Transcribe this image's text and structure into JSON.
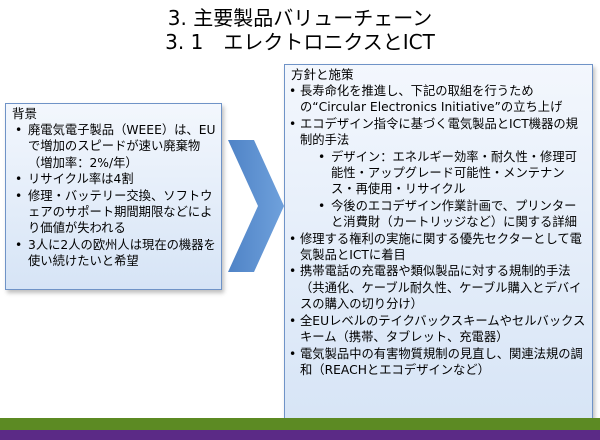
{
  "title": {
    "line1": "3. 主要製品バリューチェーン",
    "line2": "3. 1　エレクトロニクスとICT"
  },
  "background": {
    "heading": "背景",
    "items": [
      "廃電気電子製品（WEEE）は、EUで増加のスピードが速い廃棄物（増加率：2%/年）",
      "リサイクル率は4割",
      "修理・バッテリー交換、ソフトウェアのサポート期間期限などにより価値が失われる",
      "3人に2人の欧州人は現在の機器を使い続けたいと希望"
    ]
  },
  "policy": {
    "heading": "方針と施策",
    "item1": "長寿命化を推進し、下記の取組を行うための“Circular Electronics Initiative”の立ち上げ",
    "item2": "エコデザイン指令に基づく電気製品とICT機器の規制的手法",
    "sub_items": [
      "デザイン：エネルギー効率・耐久性・修理可能性・アップグレード可能性・メンテナンス・再使用・リサイクル",
      "今後のエコデザイン作業計画で、プリンターと消費財（カートリッジなど）に関する詳細"
    ],
    "items_rest": [
      "修理する権利の実施に関する優先セクターとして電気製品とICTに着目",
      "携帯電話の充電器や類似製品に対する規制的手法（共通化、ケーブル耐久性、ケーブル購入とデバイスの購入の切り分け）",
      "全EUレベルのテイクバックスキームやセルバックスキーム（携帯、タブレット、充電器）",
      "電気製品中の有害物質規制の見直し、関連法規の調和（REACHとエコデザインなど）"
    ]
  },
  "colors": {
    "box_border": "#6f93c7",
    "chevron": "#5b8fd0",
    "bar_green": "#5c8a23",
    "bar_purple": "#5b2a86"
  }
}
